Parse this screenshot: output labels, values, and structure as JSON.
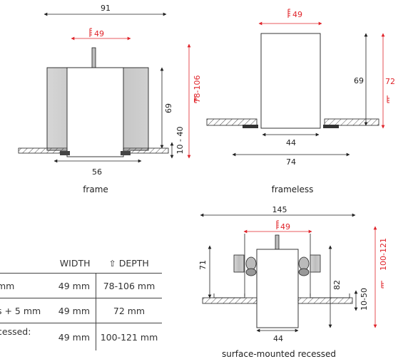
{
  "frame": {
    "dim_overall": "91",
    "dim_cutout": "49",
    "dim_height": "69",
    "dim_ceiling": "10 - 40",
    "dim_depth": "78-106",
    "dim_bottom": "56",
    "caption": "frame"
  },
  "frameless": {
    "dim_cutout": "49",
    "dim_height": "69",
    "dim_depth": "72",
    "dim_bottom1": "44",
    "dim_bottom2": "74",
    "caption": "frameless"
  },
  "surface": {
    "dim_overall": "145",
    "dim_cutout": "49",
    "dim_left": "71",
    "dim_inner": "82",
    "dim_ceiling": "10-50",
    "dim_depth": "100-121",
    "dim_bottom": "44",
    "caption": "surface-mounted recessed"
  },
  "table": {
    "header_width": "WIDTH",
    "header_depth": "DEPTH",
    "depth_icon": "up-arrow-icon",
    "rows": [
      {
        "label": "mm",
        "width": "49 mm",
        "depth": "78-106 mm"
      },
      {
        "label": "s + 5 mm",
        "width": "49 mm",
        "depth": "72 mm"
      },
      {
        "label": "cessed:",
        "width": "49 mm",
        "depth": "100-121 mm"
      }
    ]
  },
  "colors": {
    "accent": "#e0242a",
    "line": "#222222"
  }
}
